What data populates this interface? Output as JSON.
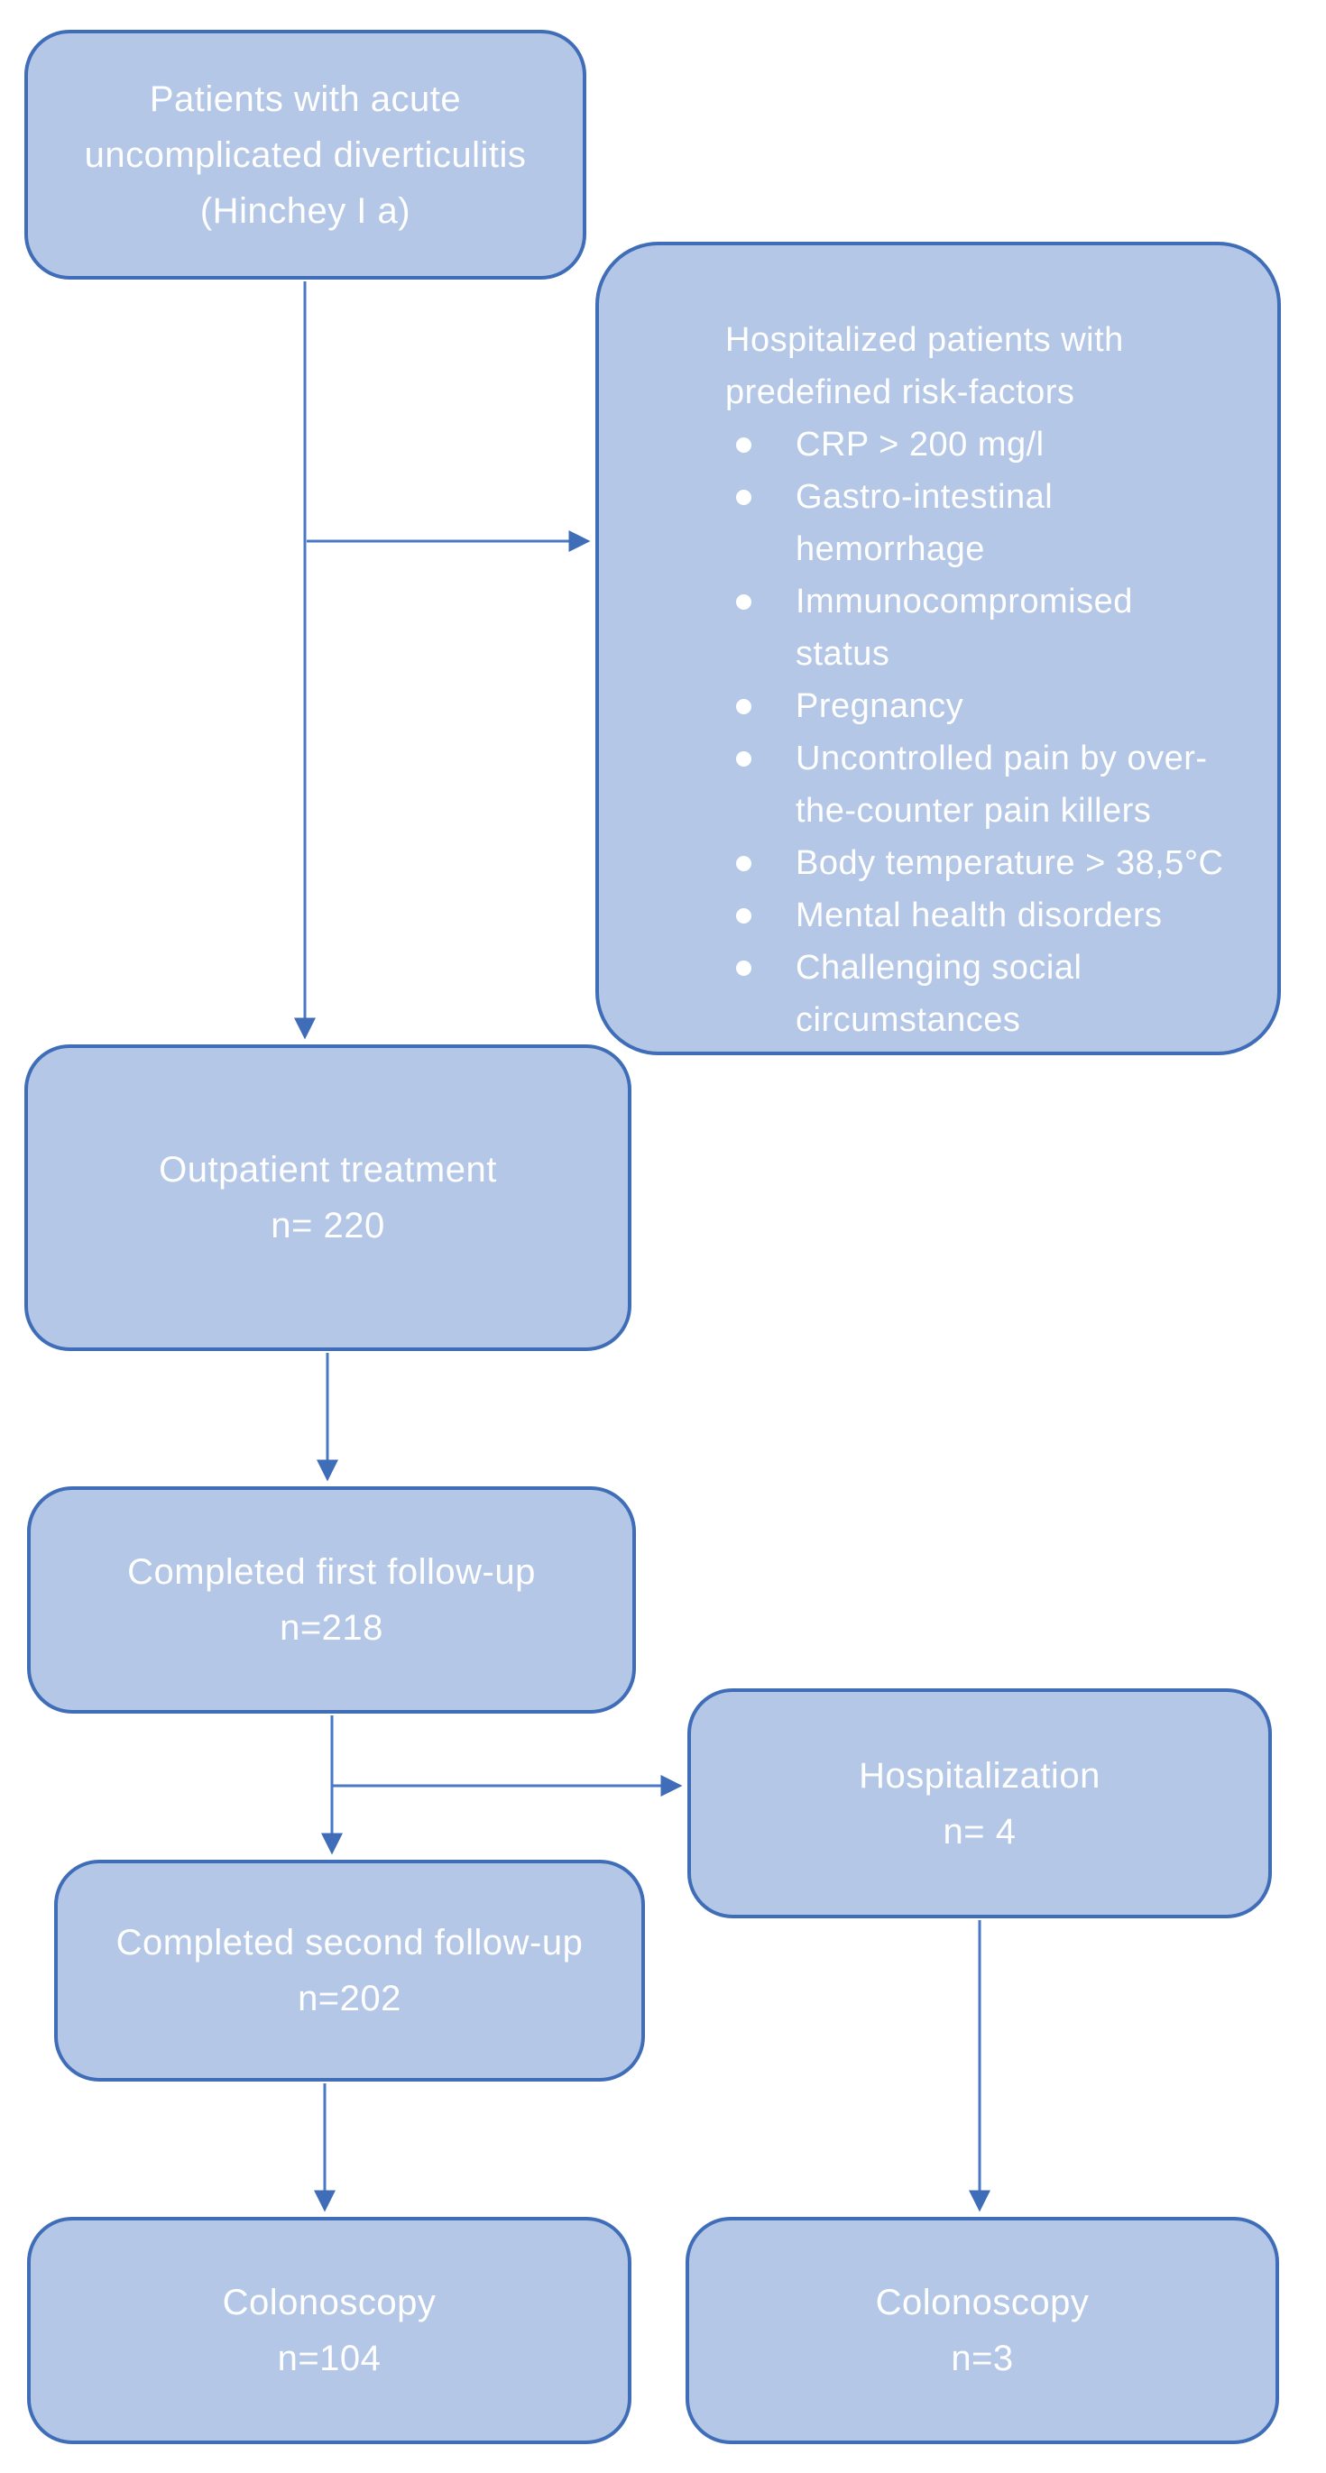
{
  "diagram": {
    "type": "flowchart",
    "colors": {
      "box_fill": "#b4c7e7",
      "box_border": "#3f6db8",
      "arrow": "#4a77c6",
      "text": "#ffffff",
      "background": "#ffffff"
    },
    "boxes": {
      "patients": {
        "lines": [
          "Patients with acute",
          "uncomplicated diverticulitis",
          "(Hinchey I a)"
        ]
      },
      "risk": {
        "title_lines": [
          "Hospitalized patients with",
          "predefined risk-factors"
        ],
        "bullets": [
          [
            "CRP > 200 mg/l"
          ],
          [
            "Gastro-intestinal",
            "hemorrhage"
          ],
          [
            "Immunocompromised",
            "status"
          ],
          [
            "Pregnancy"
          ],
          [
            "Uncontrolled pain by over-",
            "the-counter pain killers"
          ],
          [
            "Body temperature > 38,5°C"
          ],
          [
            "Mental health disorders"
          ],
          [
            "Challenging social",
            "circumstances"
          ]
        ]
      },
      "outpatient": {
        "lines": [
          "Outpatient treatment",
          "n= 220"
        ]
      },
      "first_followup": {
        "lines": [
          "Completed first follow-up",
          "n=218"
        ]
      },
      "hospitalization": {
        "lines": [
          "Hospitalization",
          "n= 4"
        ]
      },
      "second_followup": {
        "lines": [
          "Completed second follow-up",
          "n=202"
        ]
      },
      "colonoscopy_left": {
        "lines": [
          "Colonoscopy",
          "n=104"
        ]
      },
      "colonoscopy_right": {
        "lines": [
          "Colonoscopy",
          "n=3"
        ]
      }
    }
  }
}
